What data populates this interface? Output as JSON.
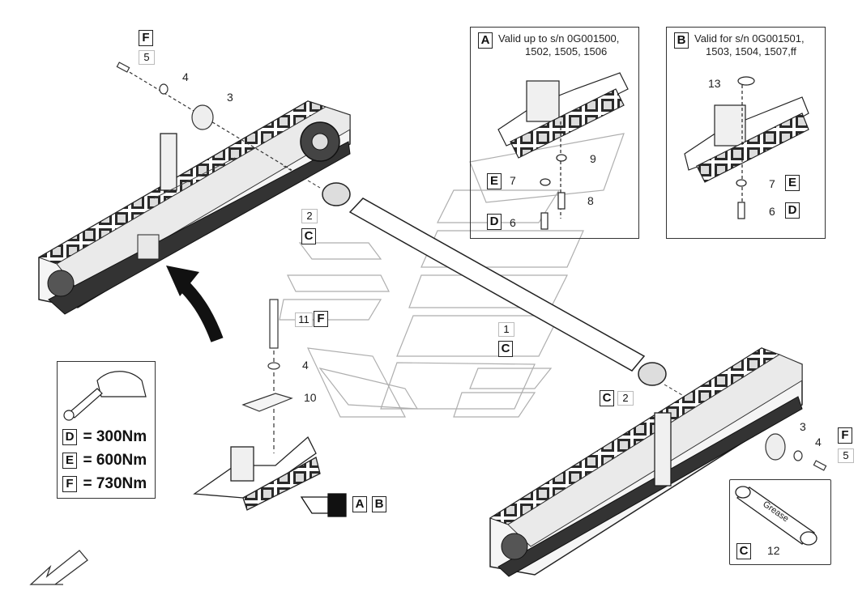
{
  "header": {
    "fastener_code": "F",
    "fastener_item": "5"
  },
  "callouts": {
    "c_4_top": "4",
    "c_3_top": "3",
    "c_2_left": "2",
    "c_C_left": "C",
    "c_11": "11",
    "c_F_mid": "F",
    "c_4_mid": "4",
    "c_10": "10",
    "c_1": "1",
    "c_C_mid": "C",
    "c_C_right": "C",
    "c_2_right": "2",
    "c_3_right": "3",
    "c_F_right": "F",
    "c_4_right": "4",
    "c_5_right": "5"
  },
  "panel_a": {
    "code": "A",
    "line1": "Valid up to s/n 0G001500,",
    "line2": "1502, 1505, 1506",
    "items": {
      "nine": "9",
      "e": "E",
      "seven": "7",
      "eight": "8",
      "d": "D",
      "six": "6"
    }
  },
  "panel_b": {
    "code": "B",
    "line1": "Valid for s/n 0G001501,",
    "line2": "1503, 1504, 1507,ff",
    "items": {
      "thirteen": "13",
      "seven": "7",
      "e": "E",
      "six": "6",
      "d": "D"
    }
  },
  "torque": {
    "rows": [
      {
        "code": "D",
        "value": "= 300Nm"
      },
      {
        "code": "E",
        "value": "= 600Nm"
      },
      {
        "code": "F",
        "value": "= 730Nm"
      }
    ]
  },
  "refer": {
    "a": "A",
    "b": "B"
  },
  "grease": {
    "label": "Grease",
    "code": "C",
    "item": "12"
  }
}
